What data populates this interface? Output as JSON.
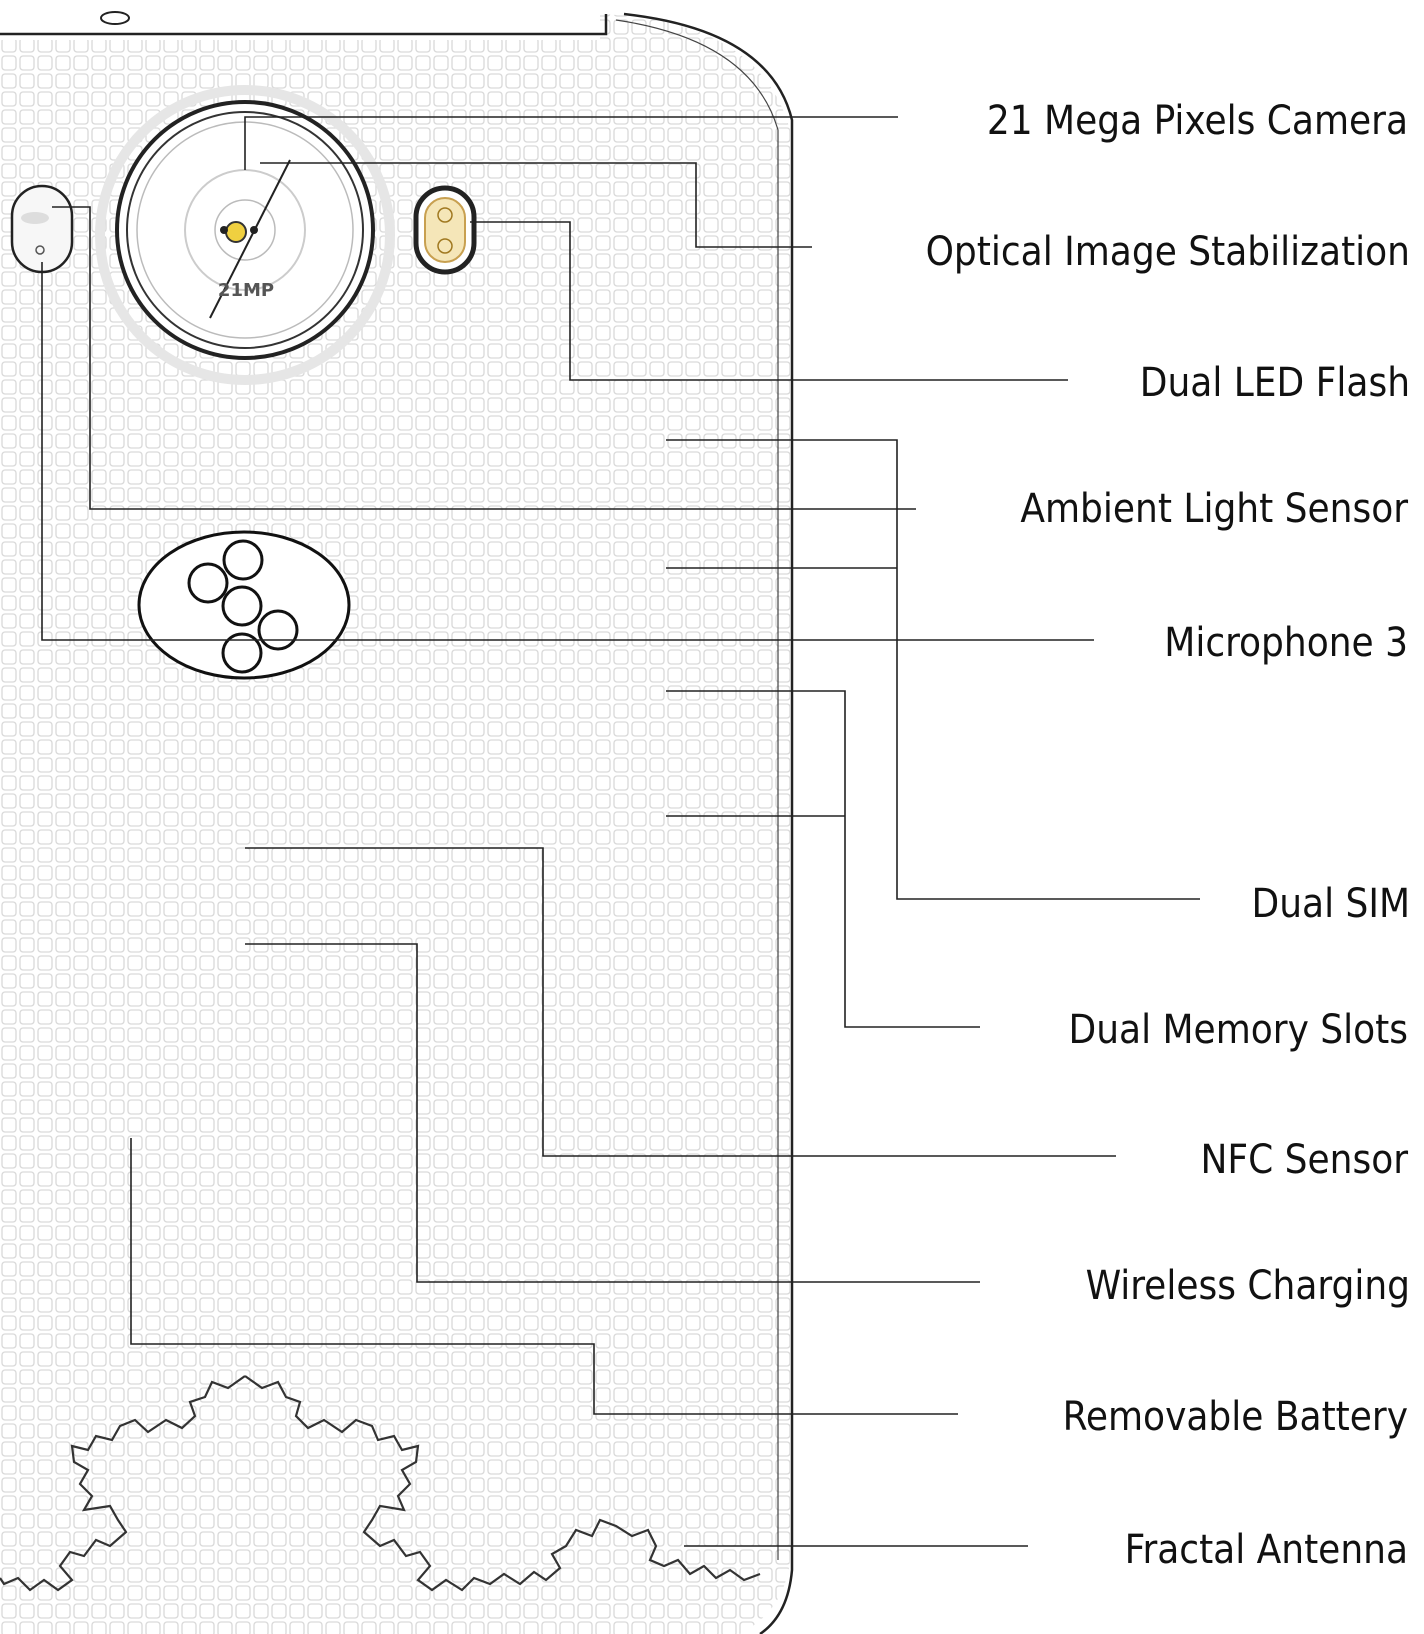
{
  "labels": {
    "camera": "21 Mega Pixels Camera",
    "ois": "Optical Image Stabilization",
    "flash": "Dual LED Flash",
    "ambient": "Ambient Light Sensor",
    "mic": "Microphone 3",
    "sim": "Dual SIM",
    "memory": "Dual Memory Slots",
    "nfc": "NFC Sensor",
    "wireless": "Wireless Charging",
    "battery": "Removable Battery",
    "antenna": "Fractal Antenna"
  },
  "camera_badge": "21MP"
}
